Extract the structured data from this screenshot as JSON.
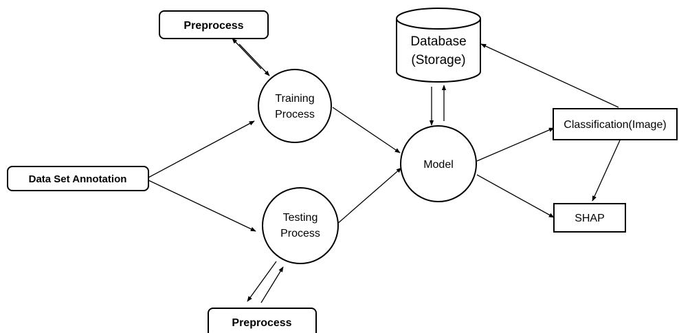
{
  "nodes": {
    "preprocess_top": {
      "label": "Preprocess"
    },
    "training": {
      "line1": "Training",
      "line2": "Process"
    },
    "data_set_annotation": {
      "label": "Data Set Annotation"
    },
    "testing": {
      "line1": "Testing",
      "line2": "Process"
    },
    "preprocess_bottom": {
      "label": "Preprocess"
    },
    "database": {
      "line1": "Database",
      "line2": "(Storage)"
    },
    "model": {
      "label": "Model"
    },
    "classification": {
      "label": "Classification(Image)"
    },
    "shap": {
      "label": "SHAP"
    }
  },
  "colors": {
    "stroke": "#000000",
    "fill": "#ffffff",
    "text": "#000000"
  }
}
